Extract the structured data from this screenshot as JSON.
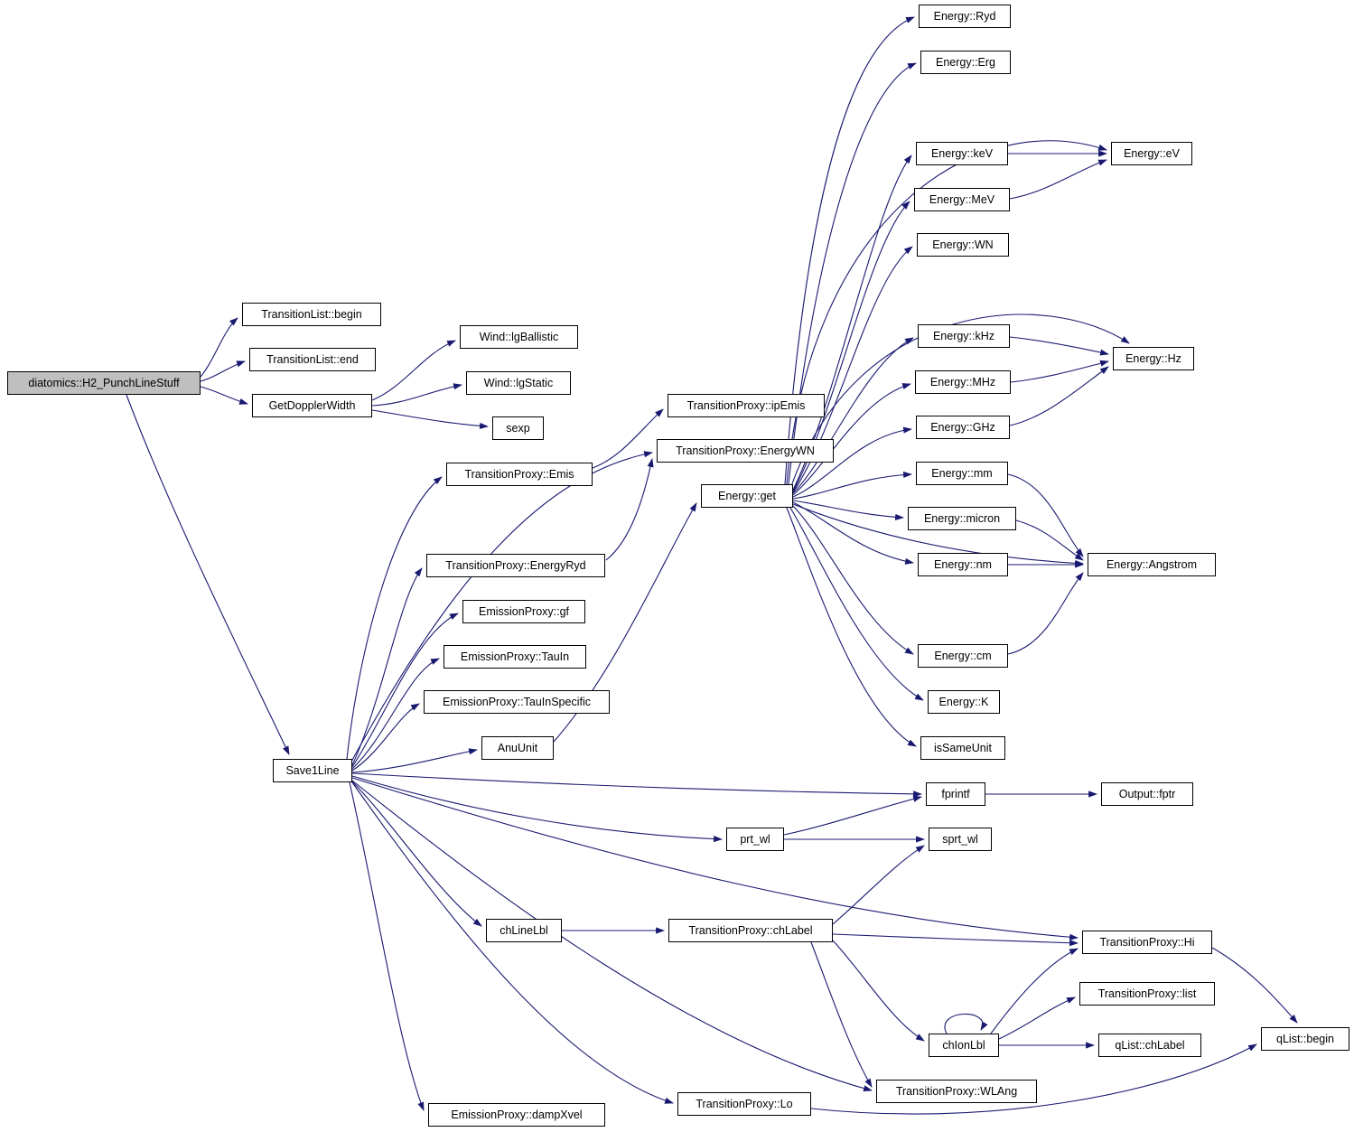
{
  "diagram_type": "call-graph",
  "colors": {
    "edge": "#191970",
    "node_border": "#000000",
    "node_fill": "#ffffff",
    "focus_fill": "#bfbfbf"
  },
  "focus_node": "h2",
  "nodes": {
    "h2": {
      "label": "diatomics::H2_PunchLineStuff"
    },
    "tlbegin": {
      "label": "TransitionList::begin"
    },
    "tlend": {
      "label": "TransitionList::end"
    },
    "getdoppler": {
      "label": "GetDopplerWidth"
    },
    "lgballistic": {
      "label": "Wind::lgBallistic"
    },
    "lgstatic": {
      "label": "Wind::lgStatic"
    },
    "sexp": {
      "label": "sexp"
    },
    "ipemis": {
      "label": "TransitionProxy::ipEmis"
    },
    "energywn": {
      "label": "TransitionProxy::EnergyWN"
    },
    "emis": {
      "label": "TransitionProxy::Emis"
    },
    "get": {
      "label": "Energy::get"
    },
    "energyryd": {
      "label": "TransitionProxy::EnergyRyd"
    },
    "gf": {
      "label": "EmissionProxy::gf"
    },
    "tauin": {
      "label": "EmissionProxy::TauIn"
    },
    "tauinspec": {
      "label": "EmissionProxy::TauInSpecific"
    },
    "anuunit": {
      "label": "AnuUnit"
    },
    "save1line": {
      "label": "Save1Line"
    },
    "fprintf": {
      "label": "fprintf"
    },
    "fptr": {
      "label": "Output::fptr"
    },
    "prtwl": {
      "label": "prt_wl"
    },
    "sprtwl": {
      "label": "sprt_wl"
    },
    "chlinelbl": {
      "label": "chLineLbl"
    },
    "chlabel": {
      "label": "TransitionProxy::chLabel"
    },
    "hi": {
      "label": "TransitionProxy::Hi"
    },
    "list": {
      "label": "TransitionProxy::list"
    },
    "chionlbl": {
      "label": "chIonLbl"
    },
    "qchlabel": {
      "label": "qList::chLabel"
    },
    "qbegin": {
      "label": "qList::begin"
    },
    "wlang": {
      "label": "TransitionProxy::WLAng"
    },
    "lo": {
      "label": "TransitionProxy::Lo"
    },
    "dampxvel": {
      "label": "EmissionProxy::dampXvel"
    },
    "ryd": {
      "label": "Energy::Ryd"
    },
    "erg": {
      "label": "Energy::Erg"
    },
    "kev": {
      "label": "Energy::keV"
    },
    "ev": {
      "label": "Energy::eV"
    },
    "mev": {
      "label": "Energy::MeV"
    },
    "wn": {
      "label": "Energy::WN"
    },
    "khz": {
      "label": "Energy::kHz"
    },
    "hz": {
      "label": "Energy::Hz"
    },
    "mhz": {
      "label": "Energy::MHz"
    },
    "ghz": {
      "label": "Energy::GHz"
    },
    "mm": {
      "label": "Energy::mm"
    },
    "micron": {
      "label": "Energy::micron"
    },
    "nm": {
      "label": "Energy::nm"
    },
    "angstrom": {
      "label": "Energy::Angstrom"
    },
    "cm": {
      "label": "Energy::cm"
    },
    "k": {
      "label": "Energy::K"
    },
    "issameunit": {
      "label": "isSameUnit"
    }
  },
  "edges": [
    "h2->tlbegin",
    "h2->tlend",
    "h2->getdoppler",
    "h2->save1line",
    "getdoppler->lgballistic",
    "getdoppler->lgstatic",
    "getdoppler->sexp",
    "save1line->emis",
    "emis->ipemis",
    "save1line->energywn",
    "save1line->energyryd",
    "energyryd->energywn",
    "save1line->gf",
    "save1line->tauin",
    "save1line->tauinspec",
    "save1line->anuunit",
    "anuunit->get",
    "save1line->fprintf",
    "fprintf->fptr",
    "save1line->prtwl",
    "prtwl->fprintf",
    "prtwl->sprtwl",
    "save1line->chlinelbl",
    "chlinelbl->chlabel",
    "chlabel->sprtwl",
    "chlabel->hi",
    "chlabel->chionlbl",
    "chlabel->wlang",
    "chionlbl->chionlbl",
    "chionlbl->qchlabel",
    "chionlbl->list",
    "chionlbl->hi",
    "hi->qbegin",
    "lo->qbegin",
    "save1line->hi",
    "save1line->wlang",
    "save1line->lo",
    "save1line->dampxvel",
    "get->ryd",
    "get->erg",
    "get->kev",
    "get->mev",
    "get->ev",
    "get->wn",
    "get->khz",
    "get->hz",
    "get->mhz",
    "get->ghz",
    "get->mm",
    "get->micron",
    "get->nm",
    "get->angstrom",
    "get->cm",
    "get->k",
    "get->issameunit",
    "kev->ev",
    "mev->ev",
    "khz->hz",
    "mhz->hz",
    "ghz->hz",
    "mm->angstrom",
    "micron->angstrom",
    "nm->angstrom",
    "cm->angstrom"
  ]
}
